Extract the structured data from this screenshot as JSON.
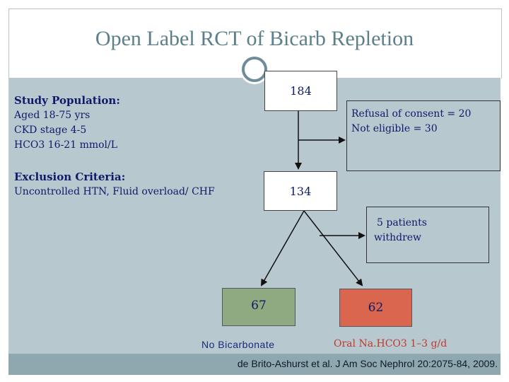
{
  "slide": {
    "title": "Open Label RCT of Bicarb Repletion",
    "citation": "de Brito-Ashurst et al. J Am Soc Nephrol 20:2075-84, 2009."
  },
  "population": {
    "heading": "Study Population:",
    "lines": [
      "Aged 18-75 yrs",
      "CKD stage 4-5",
      "HCO3  16-21 mmol/L"
    ]
  },
  "exclusion": {
    "heading": "Exclusion Criteria:",
    "line": "Uncontrolled HTN, Fluid overload/ CHF"
  },
  "flow": {
    "enrolled": "184",
    "excluded_note": [
      "Refusal of consent = 20",
      "Not eligible = 30"
    ],
    "randomized": "134",
    "withdrawn_note": [
      "5 patients",
      "withdrew"
    ],
    "control_count": "67",
    "treatment_count": "62",
    "control_label": "No Bicarbonate",
    "treatment_label": "Oral Na.HCO3 1–3 g/d"
  },
  "colors": {
    "control_box": "#8faa80",
    "treatment_box": "#d9664d",
    "control_label_text": "#1a2a7a",
    "treatment_label_text": "#c0392b",
    "body_text": "#101a6a"
  }
}
